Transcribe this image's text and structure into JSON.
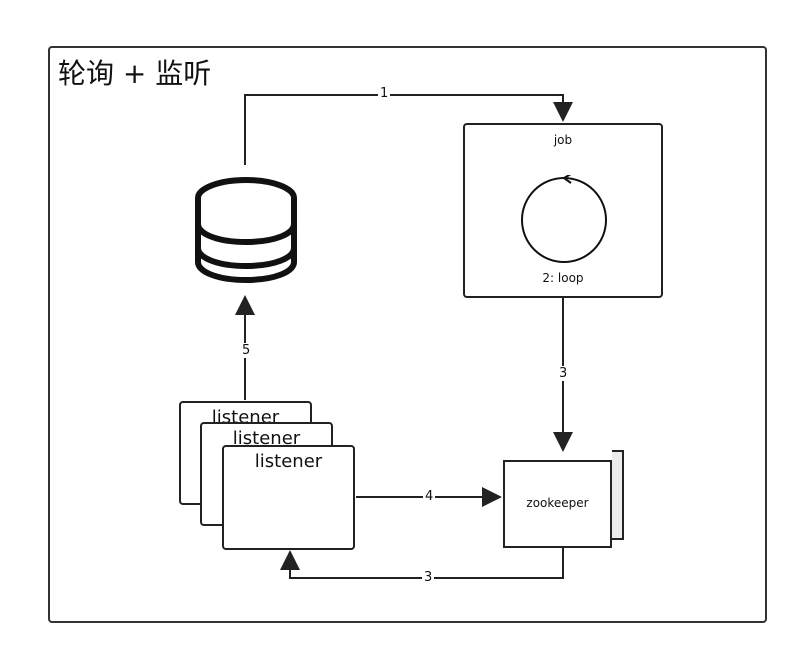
{
  "title": "轮询 + 监听",
  "job": {
    "label": "job",
    "loop_label": "2: loop"
  },
  "zookeeper": {
    "label": "zookeeper"
  },
  "listeners": [
    "listener",
    "listener",
    "listener"
  ],
  "edges": {
    "e1": "1",
    "e3a": "3",
    "e3b": "3",
    "e4": "4",
    "e5": "5"
  }
}
